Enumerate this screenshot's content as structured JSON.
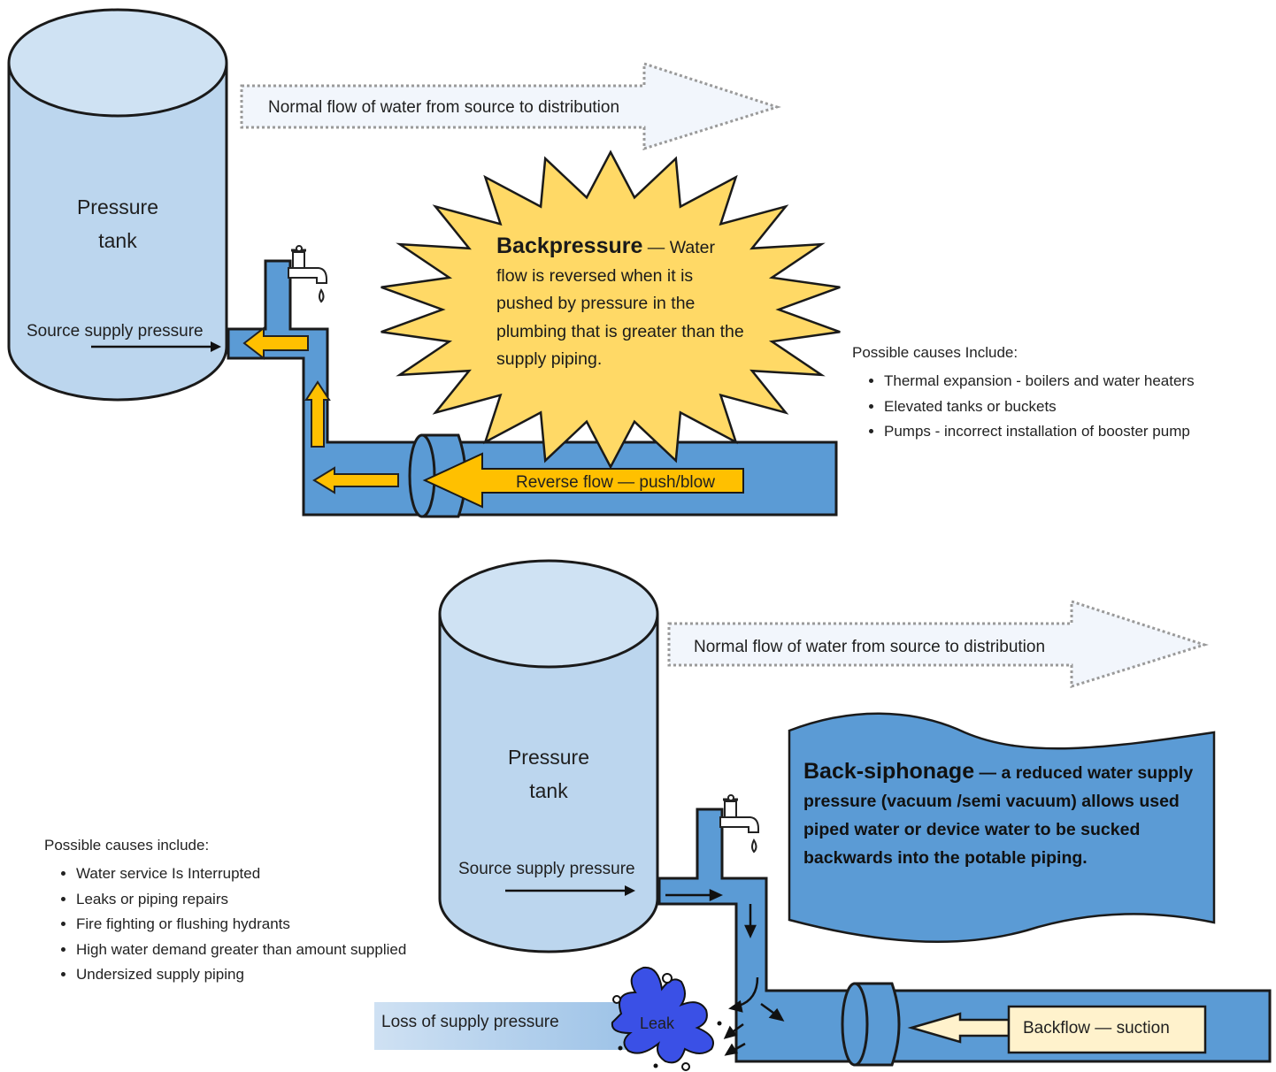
{
  "top": {
    "tank_label_line1": "Pressure",
    "tank_label_line2": "tank",
    "source_pressure_label": "Source supply pressure",
    "normal_flow_label": "Normal flow of water from source to distribution",
    "backpressure_term": "Backpressure",
    "backpressure_text": " — Water flow is reversed when it is pushed by pressure in the plumbing that is greater than the supply piping.",
    "reverse_flow_label": "Reverse flow — push/blow",
    "causes_heading": "Possible causes Include:",
    "causes": [
      "Thermal expansion  - boilers and water heaters",
      "Elevated tanks or buckets",
      "Pumps  - incorrect installation of booster pump"
    ]
  },
  "bottom": {
    "tank_label_line1": "Pressure",
    "tank_label_line2": "tank",
    "source_pressure_label": "Source supply pressure",
    "normal_flow_label": "Normal flow of water from source to distribution",
    "backsiphonage_term": "Back-siphonage",
    "backsiphonage_text": " — a reduced water supply pressure (vacuum /semi vacuum) allows used piped water or device water to be sucked backwards into the potable piping.",
    "backflow_label": "Backflow — suction",
    "loss_label": "Loss of supply pressure",
    "leak_label": "Leak",
    "causes_heading": "Possible causes include:",
    "causes": [
      "Water service Is Interrupted",
      "Leaks or piping repairs",
      "Fire fighting or flushing hydrants",
      "High water demand greater than amount supplied",
      "Undersized supply piping"
    ]
  },
  "colors": {
    "tank_fill": "#bcd6ee",
    "pipe_blue": "#5b9bd5",
    "arrow_orange": "#ffc000",
    "starburst_yellow": "#ffd966",
    "wave_blue": "#5b9bd5",
    "leak_blue": "#3050e0",
    "backflow_box": "#fff2cc",
    "normal_arrow_fill": "#f2f6fc"
  }
}
